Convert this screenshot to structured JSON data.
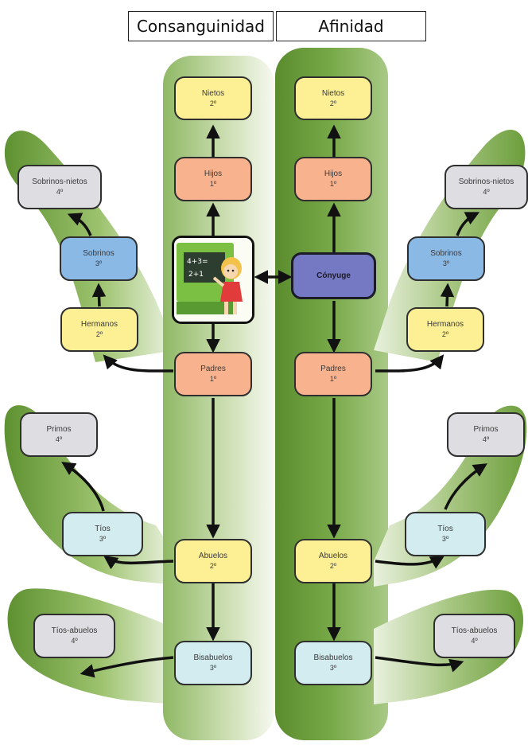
{
  "headers": {
    "left": "Consanguinidad",
    "right": "Afinidad"
  },
  "colors": {
    "hand_left": "#7cab48",
    "hand_right": "#73a443",
    "hand_right_fade": "#d9e8c2",
    "yellow": "#fdf094",
    "salmon": "#f8b28d",
    "grey": "#dedde2",
    "blue": "#8ab9e5",
    "light": "#d2ecf0",
    "conjuge": "#7579c4"
  },
  "nodes": {
    "left_nietos": {
      "label": "Nietos",
      "degree": "2º",
      "color": "yellow"
    },
    "left_hijos": {
      "label": "Hijos",
      "degree": "1º",
      "color": "salmon"
    },
    "left_sobrinos_nietos": {
      "label": "Sobrinos-nietos",
      "degree": "4º",
      "color": "grey"
    },
    "left_sobrinos": {
      "label": "Sobrinos",
      "degree": "3º",
      "color": "blue"
    },
    "left_hermanos": {
      "label": "Hermanos",
      "degree": "2º",
      "color": "yellow"
    },
    "left_padres": {
      "label": "Padres",
      "degree": "1º",
      "color": "salmon"
    },
    "left_primos": {
      "label": "Primos",
      "degree": "4º",
      "color": "grey"
    },
    "left_tios": {
      "label": "Tíos",
      "degree": "3º",
      "color": "light"
    },
    "left_abuelos": {
      "label": "Abuelos",
      "degree": "2º",
      "color": "yellow"
    },
    "left_tios_abuelos": {
      "label": "Tíos-abuelos",
      "degree": "4º",
      "color": "grey"
    },
    "left_bisabuelos": {
      "label": "Bisabuelos",
      "degree": "3º",
      "color": "light"
    },
    "right_nietos": {
      "label": "Nietos",
      "degree": "2º",
      "color": "yellow"
    },
    "right_hijos": {
      "label": "Hijos",
      "degree": "1º",
      "color": "salmon"
    },
    "right_conyuge": {
      "label": "Cónyuge",
      "degree": "",
      "color": "conj"
    },
    "right_sobrinos_nietos": {
      "label": "Sobrinos-nietos",
      "degree": "4º",
      "color": "grey"
    },
    "right_sobrinos": {
      "label": "Sobrinos",
      "degree": "3º",
      "color": "blue"
    },
    "right_hermanos": {
      "label": "Hermanos",
      "degree": "2º",
      "color": "yellow"
    },
    "right_padres": {
      "label": "Padres",
      "degree": "1º",
      "color": "salmon"
    },
    "right_primos": {
      "label": "Primos",
      "degree": "4º",
      "color": "grey"
    },
    "right_tios": {
      "label": "Tíos",
      "degree": "3º",
      "color": "light"
    },
    "right_abuelos": {
      "label": "Abuelos",
      "degree": "2º",
      "color": "yellow"
    },
    "right_tios_abuelos": {
      "label": "Tíos-abuelos",
      "degree": "4º",
      "color": "grey"
    },
    "right_bisabuelos": {
      "label": "Bisabuelos",
      "degree": "3º",
      "color": "light"
    }
  },
  "photo": {
    "icon": "girl-at-chalkboard-icon"
  }
}
